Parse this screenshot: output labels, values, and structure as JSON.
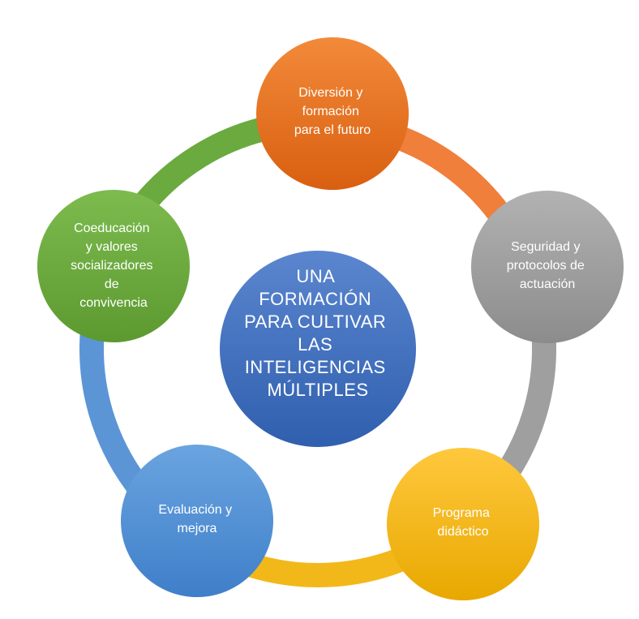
{
  "center": {
    "lines": [
      "UNA",
      "FORMACIÓN",
      "PARA CULTIVAR",
      "LAS",
      "INTELIGENCIAS",
      "MÚLTIPLES"
    ],
    "color_top": "#5b86cf",
    "color_bottom": "#2f5fae"
  },
  "nodes": [
    {
      "key": "diversion",
      "lines": [
        "Diversión y",
        "formación",
        "para el futuro"
      ],
      "color_top": "#f28a3a",
      "color_bottom": "#d95f10",
      "ring_color": "#ef7f3a"
    },
    {
      "key": "seguridad",
      "lines": [
        "Seguridad y",
        "protocolos de",
        "actuación"
      ],
      "color_top": "#b2b2b2",
      "color_bottom": "#8c8c8c",
      "ring_color": "#9f9f9f"
    },
    {
      "key": "programa",
      "lines": [
        "Programa",
        "didáctico"
      ],
      "color_top": "#ffc83d",
      "color_bottom": "#e8a800",
      "ring_color": "#f2b81a"
    },
    {
      "key": "evaluacion",
      "lines": [
        "Evaluación y",
        "mejora"
      ],
      "color_top": "#6aa4e0",
      "color_bottom": "#3f7fc9",
      "ring_color": "#5b95d6"
    },
    {
      "key": "coeducacion",
      "lines": [
        "Coeducación",
        "y  valores",
        "socializadores",
        "de",
        "convivencia"
      ],
      "color_top": "#7dbb4f",
      "color_bottom": "#5c9a30",
      "ring_color": "#6aaa3f"
    }
  ]
}
